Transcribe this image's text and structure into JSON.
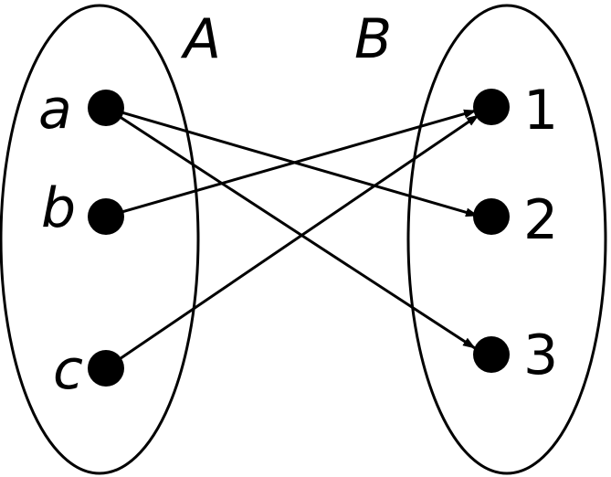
{
  "diagram": {
    "set_a": {
      "label": "A",
      "elements": [
        "a",
        "b",
        "c"
      ]
    },
    "set_b": {
      "label": "B",
      "elements": [
        "1",
        "2",
        "3"
      ]
    },
    "mappings": [
      {
        "from": "a",
        "to": "2"
      },
      {
        "from": "a",
        "to": "3"
      },
      {
        "from": "b",
        "to": "1"
      },
      {
        "from": "c",
        "to": "1"
      }
    ],
    "colors": {
      "stroke": "#000000",
      "background": "#ffffff"
    }
  }
}
